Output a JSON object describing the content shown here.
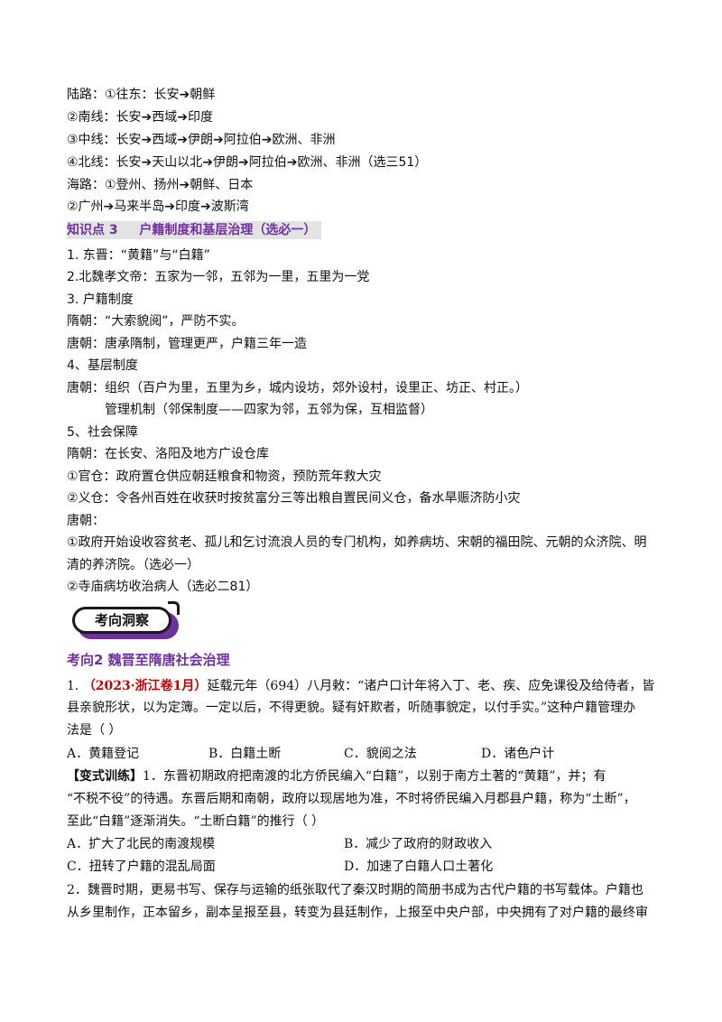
{
  "routes": {
    "land_1": "陆路：①往东：长安➔朝鲜",
    "land_2": "②南线：长安➔西域➔印度",
    "land_3": "③中线：长安➔西域➔伊朗➔阿拉伯➔欧洲、非洲",
    "land_4": "④北线：长安➔天山以北➔伊朗➔阿拉伯➔欧洲、非洲（选三51）",
    "sea_1": "海路：①登州、扬州➔朝鲜、日本",
    "sea_2": "②广州➔马来半岛➔印度➔波斯湾"
  },
  "section": {
    "label": "知识点 3",
    "title": "户籍制度和基层治理（选必一）"
  },
  "content": {
    "l1": "1. 东晋：“黄籍”与“白籍”",
    "l2": "2.北魏孝文帝：五家为一邻，五邻为一里，五里为一党",
    "l3": "3. 户籍制度",
    "l4": "隋朝：“大索貌阅”，严防不实。",
    "l5": "唐朝：唐承隋制，管理更严，户籍三年一造",
    "l6": "4、基层制度",
    "l7": "唐朝：组织（百户为里，五里为乡，城内设坊，郊外设村，设里正、坊正、村正。）",
    "l8": "管理机制（邻保制度——四家为邻，五邻为保，互相监督）",
    "l9": "5、社会保障",
    "l10": "隋朝：在长安、洛阳及地方广设仓库",
    "l11": "①官仓：政府置仓供应朝廷粮食和物资，预防荒年救大灾",
    "l12": "②义仓：令各州百姓在收获时按贫富分三等出粮自置民间义仓，备水旱赈济防小灾",
    "l13": "唐朝：",
    "l14": "①政府开始设收容贫老、孤儿和乞讨流浪人员的专门机构，如养病坊、宋朝的福田院、元朝的众济院、明",
    "l15": "清的养济院。（选必一）",
    "l16": "②寺庙病坊收治病人（选必二81）"
  },
  "badge": {
    "label": "考向洞察"
  },
  "trend": {
    "title": "考向2  魏晋至隋唐社会治理"
  },
  "q1": {
    "num": "1.",
    "source": "（2023·浙江卷1月）",
    "line1": "延载元年（694）八月敕：“诸户口计年将入丁、老、疾、应免课役及给侍者，皆",
    "line2": "县亲貌形状，以为定簿。一定以后，不得更貌。疑有奸欺者，听随事貌定，以付手实。”这种户籍管理办",
    "line3": "法是（      ）",
    "options": [
      "A．黄籍登记",
      "B．白籍土断",
      "C．貌阅之法",
      "D．诸色户计"
    ]
  },
  "variant": {
    "tag": "【变式训练】",
    "line1": "1．东晋初期政府把南渡的北方侨民编入“白籍”，以别于南方土著的“黄籍”，并；有",
    "line2": "“不税不役”的待遇。东晋后期和南朝，政府以现居地为准，不时将侨民编入月郡县户籍，称为“土断”，",
    "line3": "至此“白籍”逐渐消失。“土断白籍”的推行（      ）",
    "options": [
      "A．扩大了北民的南渡规模",
      "B．减少了政府的财政收入",
      "C．扭转了户籍的混乱局面",
      "D．加速了白籍人口土著化"
    ]
  },
  "q2": {
    "line1": "2．魏晋时期，更易书写、保存与运输的纸张取代了秦汉时期的简册书成为古代户籍的书写载体。户籍也",
    "line2": "从乡里制作，正本留乡，副本呈报至县，转变为县廷制作，上报至中央户部，中央拥有了对户籍的最终审"
  }
}
